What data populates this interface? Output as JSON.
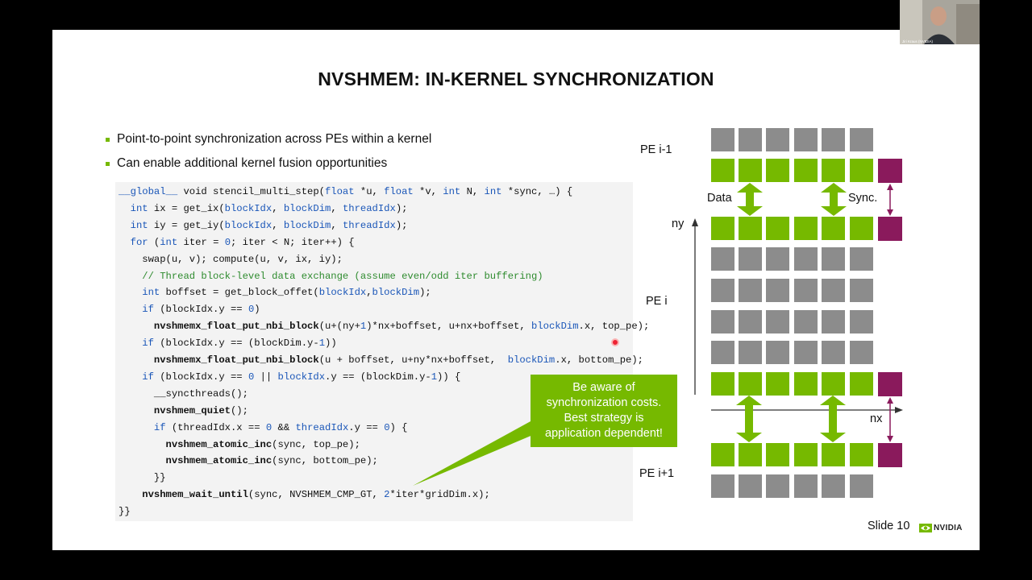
{
  "slide": {
    "title": "NVSHMEM: IN-KERNEL SYNCHRONIZATION",
    "bullets": [
      "Point-to-point synchronization across PEs within a kernel",
      "Can enable additional kernel fusion opportunities"
    ],
    "callout": "Be aware of\nsynchronization costs.\nBest strategy is\napplication dependent!",
    "slide_number": "Slide 10",
    "logo_text": "NVIDIA"
  },
  "diagram": {
    "labels": {
      "pe_prev": "PE i-1",
      "pe_cur": "PE i",
      "pe_next": "PE i+1",
      "data": "Data",
      "sync": "Sync.",
      "ny": "ny",
      "nx": "nx"
    },
    "colors": {
      "gray": "#8c8c8c",
      "green": "#76b900",
      "purple": "#8a1a5c"
    }
  },
  "code": {
    "lines": [
      [
        [
          "__global__",
          "kw"
        ],
        [
          " void stencil_multi_step(",
          ""
        ],
        [
          "float",
          "kw"
        ],
        [
          " *u, ",
          ""
        ],
        [
          "float",
          "kw"
        ],
        [
          " *v, ",
          ""
        ],
        [
          "int",
          "kw"
        ],
        [
          " N, ",
          ""
        ],
        [
          "int",
          "kw"
        ],
        [
          " *sync, …) {",
          ""
        ]
      ],
      [
        [
          "  ",
          ""
        ],
        [
          "int",
          "kw"
        ],
        [
          " ix = get_ix(",
          ""
        ],
        [
          "blockIdx",
          "kw"
        ],
        [
          ", ",
          ""
        ],
        [
          "blockDim",
          "kw"
        ],
        [
          ", ",
          ""
        ],
        [
          "threadIdx",
          "kw"
        ],
        [
          ");",
          ""
        ]
      ],
      [
        [
          "  ",
          ""
        ],
        [
          "int",
          "kw"
        ],
        [
          " iy = get_iy(",
          ""
        ],
        [
          "blockIdx",
          "kw"
        ],
        [
          ", ",
          ""
        ],
        [
          "blockDim",
          "kw"
        ],
        [
          ", ",
          ""
        ],
        [
          "threadIdx",
          "kw"
        ],
        [
          ");",
          ""
        ]
      ],
      [
        [
          "  ",
          ""
        ],
        [
          "for",
          "kw"
        ],
        [
          " (",
          ""
        ],
        [
          "int",
          "kw"
        ],
        [
          " iter = ",
          ""
        ],
        [
          "0",
          "num"
        ],
        [
          "; iter < N; iter++) {",
          ""
        ]
      ],
      [
        [
          "    swap(u, v); compute(u, v, ix, iy);",
          ""
        ]
      ],
      [
        [
          "    ",
          ""
        ],
        [
          "// Thread block-level data exchange (assume even/odd iter buffering)",
          "cm"
        ]
      ],
      [
        [
          "    ",
          ""
        ],
        [
          "int",
          "kw"
        ],
        [
          " boffset = get_block_offet(",
          ""
        ],
        [
          "blockIdx",
          "kw"
        ],
        [
          ",",
          ""
        ],
        [
          "blockDim",
          "kw"
        ],
        [
          ");",
          ""
        ]
      ],
      [
        [
          "    ",
          ""
        ],
        [
          "if",
          "kw"
        ],
        [
          " (blockIdx.y == ",
          ""
        ],
        [
          "0",
          "num"
        ],
        [
          ")",
          ""
        ]
      ],
      [
        [
          "      ",
          ""
        ],
        [
          "nvshmemx_float_put_nbi_block",
          "b"
        ],
        [
          "(u+(ny+",
          ""
        ],
        [
          "1",
          "num"
        ],
        [
          ")*nx+boffset, u+nx+boffset, ",
          ""
        ],
        [
          "blockDim",
          "kw"
        ],
        [
          ".x, top_pe);",
          ""
        ]
      ],
      [
        [
          "    ",
          ""
        ],
        [
          "if",
          "kw"
        ],
        [
          " (blockIdx.y == (blockDim.y-",
          ""
        ],
        [
          "1",
          "num"
        ],
        [
          "))",
          ""
        ]
      ],
      [
        [
          "      ",
          ""
        ],
        [
          "nvshmemx_float_put_nbi_block",
          "b"
        ],
        [
          "(u + boffset, u+ny*nx+boffset,  ",
          ""
        ],
        [
          "blockDim",
          "kw"
        ],
        [
          ".x, bottom_pe);",
          ""
        ]
      ],
      [
        [
          "    ",
          ""
        ],
        [
          "if",
          "kw"
        ],
        [
          " (blockIdx.y == ",
          ""
        ],
        [
          "0",
          "num"
        ],
        [
          " || ",
          ""
        ],
        [
          "blockIdx",
          "kw"
        ],
        [
          ".y == (blockDim.y-",
          ""
        ],
        [
          "1",
          "num"
        ],
        [
          ")) {",
          ""
        ]
      ],
      [
        [
          "      __syncthreads();",
          ""
        ]
      ],
      [
        [
          "      ",
          ""
        ],
        [
          "nvshmem_quiet",
          "b"
        ],
        [
          "();",
          ""
        ]
      ],
      [
        [
          "      ",
          ""
        ],
        [
          "if",
          "kw"
        ],
        [
          " (threadIdx.x == ",
          ""
        ],
        [
          "0",
          "num"
        ],
        [
          " && ",
          ""
        ],
        [
          "threadIdx",
          "kw"
        ],
        [
          ".y == ",
          ""
        ],
        [
          "0",
          "num"
        ],
        [
          ") {",
          ""
        ]
      ],
      [
        [
          "        ",
          ""
        ],
        [
          "nvshmem_atomic_inc",
          "b"
        ],
        [
          "(sync, top_pe);",
          ""
        ]
      ],
      [
        [
          "        ",
          ""
        ],
        [
          "nvshmem_atomic_inc",
          "b"
        ],
        [
          "(sync, bottom_pe);",
          ""
        ]
      ],
      [
        [
          "      }}",
          ""
        ]
      ],
      [
        [
          "    ",
          ""
        ],
        [
          "nvshmem_wait_until",
          "b"
        ],
        [
          "(sync, NVSHMEM_CMP_GT, ",
          ""
        ],
        [
          "2",
          "num"
        ],
        [
          "*iter*gridDim.x);",
          ""
        ]
      ],
      [
        [
          "}}",
          ""
        ]
      ]
    ]
  },
  "webcam": {
    "caption": "Jiri Kraus (NVIDIA)"
  }
}
